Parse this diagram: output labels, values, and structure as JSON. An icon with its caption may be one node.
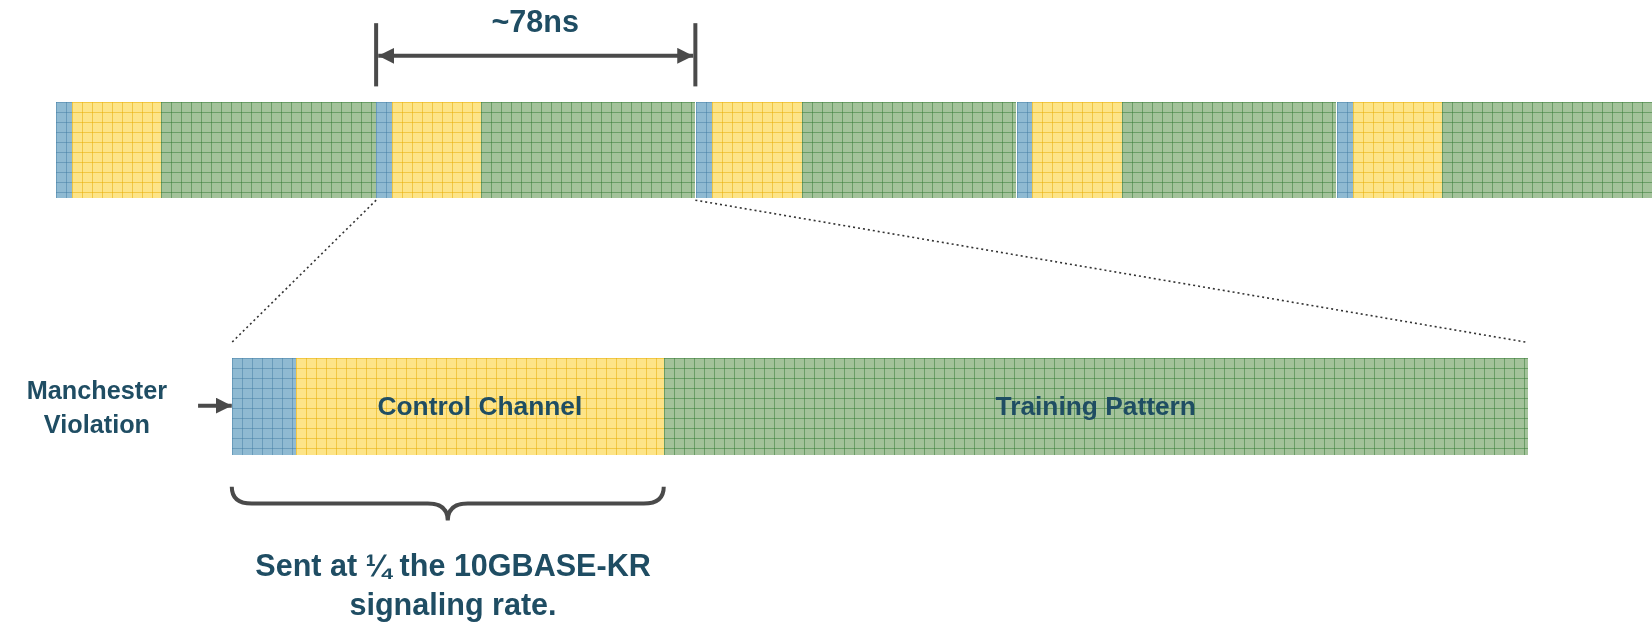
{
  "diagram": {
    "nodes": [
      {
        "text": [
          "Manchester Violation"
        ]
      },
      {
        "text": [],
        "shape": "bar"
      },
      {
        "text": [
          "Control Channel"
        ]
      },
      {
        "text": [
          "Training Pattern"
        ]
      }
    ],
    "edges": [
      {
        "from": 0,
        "to": 1,
        "arrow": "to"
      }
    ],
    "labels": [
      "~78ns",
      "Sent at ¼ the 10GBASE-KR signaling rate."
    ]
  }
}
